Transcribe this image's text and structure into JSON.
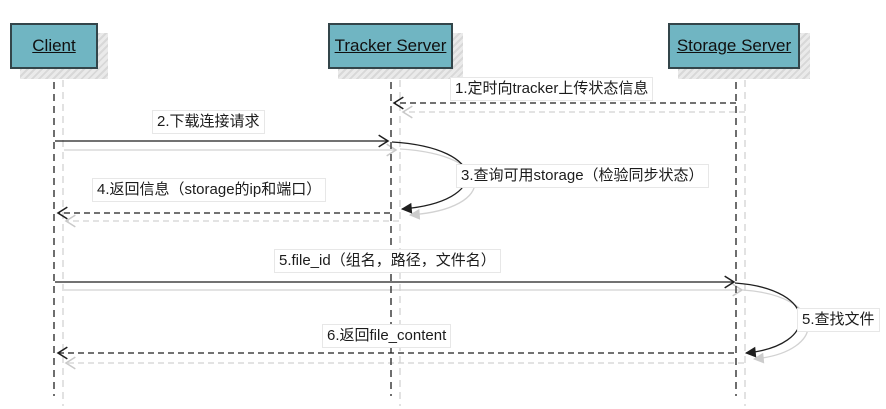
{
  "diagram": {
    "type": "sequence-diagram",
    "actors": [
      {
        "id": "client",
        "label": "Client"
      },
      {
        "id": "tracker",
        "label": "Tracker Server"
      },
      {
        "id": "storage",
        "label": "Storage Server"
      }
    ],
    "messages": [
      {
        "label": "1.定时向tracker上传状态信息",
        "from": "Storage Server",
        "to": "Tracker Server",
        "style": "dashed"
      },
      {
        "label": "2.下载连接请求",
        "from": "Client",
        "to": "Tracker Server",
        "style": "solid"
      },
      {
        "label": "3.查询可用storage（检验同步状态）",
        "from": "Tracker Server",
        "to": "Tracker Server",
        "style": "self-loop"
      },
      {
        "label": "4.返回信息（storage的ip和端口）",
        "from": "Tracker Server",
        "to": "Client",
        "style": "dashed"
      },
      {
        "label": "5.file_id（组名，路径，文件名）",
        "from": "Client",
        "to": "Storage Server",
        "style": "solid"
      },
      {
        "label": "5.查找文件",
        "from": "Storage Server",
        "to": "Storage Server",
        "style": "self-loop"
      },
      {
        "label": "6.返回file_content",
        "from": "Storage Server",
        "to": "Client",
        "style": "dashed"
      }
    ],
    "colors": {
      "actor_fill": "#70b5c2",
      "actor_border": "#33454a",
      "line": "#1f1f1f",
      "lifeline": "#4a4a4a",
      "shadow": "#cccccc",
      "background": "#ffffff"
    }
  }
}
